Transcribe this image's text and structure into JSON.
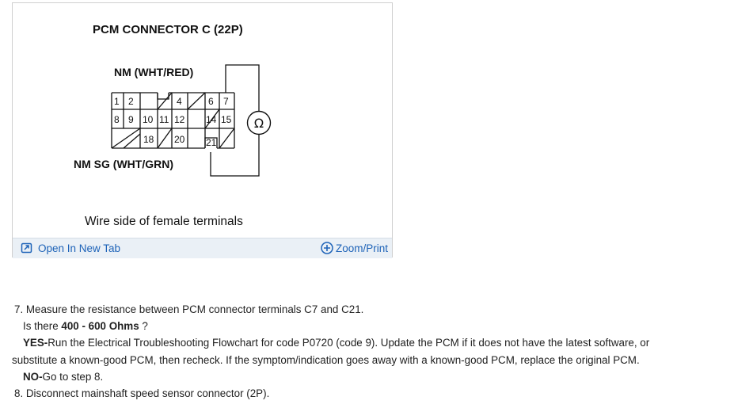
{
  "figure": {
    "title": "PCM CONNECTOR C (22P)",
    "label_top": "NM (WHT/RED)",
    "label_bottom": "NM SG (WHT/GRN)",
    "caption": "Wire side of female terminals",
    "ohm_symbol": "Ω",
    "row1_pins": [
      "1",
      "2",
      "4",
      "6",
      "7"
    ],
    "row2_pins": [
      "8",
      "9",
      "10",
      "11",
      "12",
      "14",
      "15"
    ],
    "row3_pins": [
      "18",
      "20",
      "21"
    ]
  },
  "toolbar": {
    "open_label": "Open In New Tab",
    "zoom_label": "Zoom/Print",
    "open_icon": "open-new-tab-icon",
    "zoom_icon": "plus-circle-icon",
    "link_color": "#1e63b8"
  },
  "steps": {
    "step7": "7. Measure the resistance between PCM connector terminals C7 and C21.",
    "question_pre": "Is there ",
    "question_value": "400 - 600 Ohms",
    "question_post": " ?",
    "yes_label": "YES-",
    "yes_text_line1": "Run the Electrical Troubleshooting Flowchart for code P0720 (code 9). Update the PCM if it does not have the latest software, or",
    "yes_text_line2": "substitute a known-good PCM, then recheck. If the symptom/indication goes away with a known-good PCM, replace the original PCM.",
    "no_label": "NO-",
    "no_text": "Go to step 8.",
    "step8": "8. Disconnect mainshaft speed sensor connector (2P)."
  }
}
